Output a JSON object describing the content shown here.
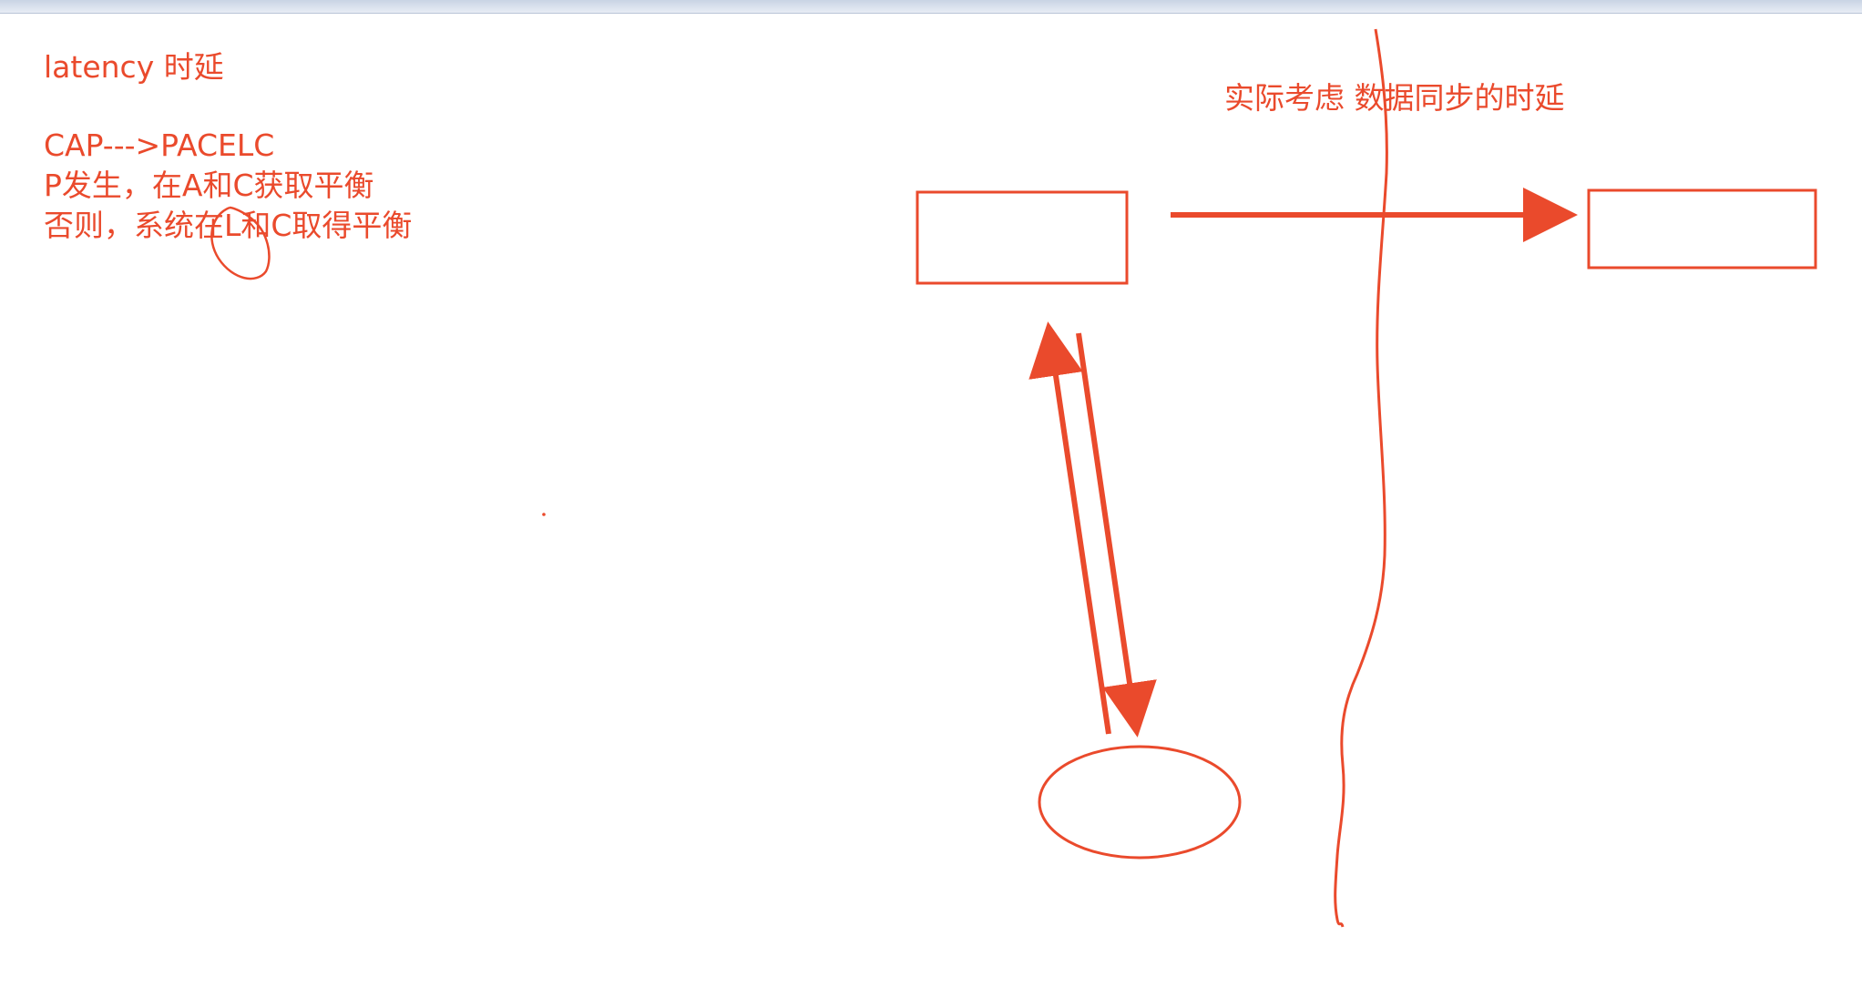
{
  "notes": {
    "latency": "latency 时延",
    "cap": "CAP--->PACELC",
    "partition": "P发生，在A和C获取平衡",
    "else": "否则，系统在L和C取得平衡",
    "sync_delay": "实际考虑 数据同步的时延"
  },
  "colors": {
    "ink": "#ea4a2c",
    "background": "#ffffff"
  }
}
